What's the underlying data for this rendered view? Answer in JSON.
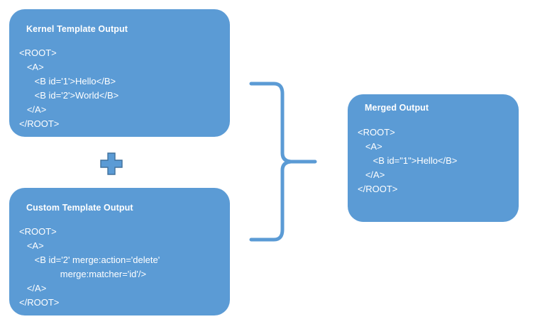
{
  "diagram": {
    "type": "xml-template-merge-flow",
    "accent_color": "#5b9bd5",
    "plus_border_color": "#41719c",
    "text_color": "#ffffff",
    "background_color": "#ffffff",
    "boxes": [
      {
        "id": "kernel",
        "title": "Kernel Template Output",
        "code": "<ROOT>\n   <A>\n      <B id='1'>Hello</B>\n      <B id='2'>World</B>\n   </A>\n</ROOT>"
      },
      {
        "id": "custom",
        "title": "Custom Template Output",
        "code": "<ROOT>\n   <A>\n      <B id='2' merge:action='delete'\n                merge:matcher='id'/>\n   </A>\n</ROOT>"
      },
      {
        "id": "merged",
        "title": "Merged Output",
        "code": "<ROOT>\n   <A>\n      <B id=\"1\">Hello</B>\n   </A>\n</ROOT>"
      }
    ],
    "connectors": [
      {
        "id": "plus",
        "symbol": "plus-shape",
        "meaning": "combine"
      },
      {
        "id": "brace",
        "symbol": "right-curly-brace",
        "meaning": "merge-into"
      }
    ]
  }
}
